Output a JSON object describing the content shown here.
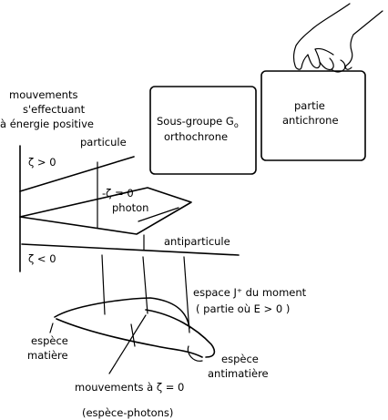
{
  "labels": {
    "positive_energy_line1": "mouvements",
    "positive_energy_line2": "s'effectuant",
    "positive_energy_line3": "à énergie positive",
    "particle": "particule",
    "zeta_positive": "ζ > 0",
    "zeta_zero": "-ζ = 0",
    "photon": "photon",
    "zeta_negative": "ζ < 0",
    "antiparticle": "antiparticule",
    "moment_space_line1": "espace J⁺ du moment",
    "moment_space_line2": "( partie où E > 0 )",
    "matter_species_line1": "espèce",
    "matter_species_line2": "matière",
    "antimatter_species_line1": "espèce",
    "antimatter_species_line2": "antimatière",
    "zero_motion": "mouvements à ζ = 0",
    "photon_species": "(espèce-photons)"
  },
  "boxes": {
    "subgroup_line1": "Sous-groupe G",
    "subgroup_subscript": "o",
    "subgroup_line2": "orthochrone",
    "antichronous_line1": "partie",
    "antichronous_line2": "antichrone"
  },
  "colors": {
    "ink": "#000000",
    "background": "#ffffff"
  }
}
